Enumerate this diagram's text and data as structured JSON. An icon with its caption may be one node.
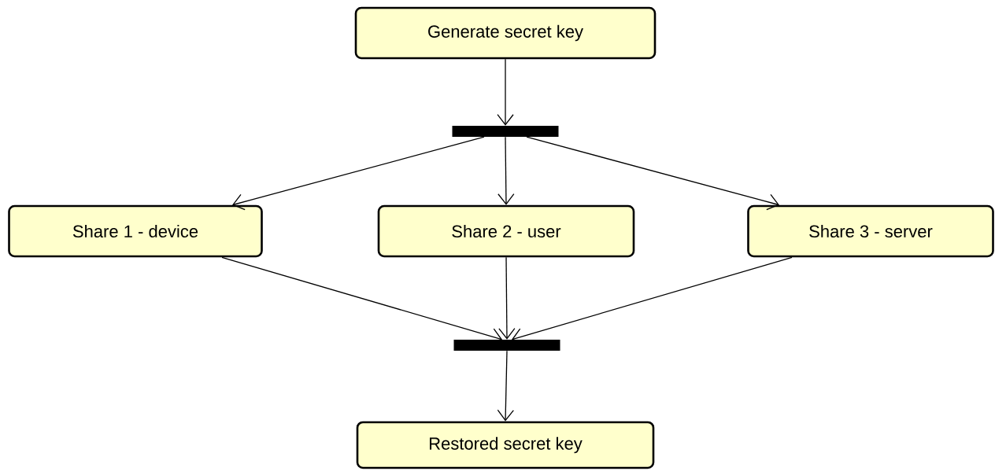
{
  "diagram": {
    "nodes": [
      {
        "text": [
          "Generate secret key"
        ]
      },
      {
        "text": [],
        "shape": "bar"
      },
      {
        "text": [
          "Share 1 - device"
        ]
      },
      {
        "text": [
          "Share 2 - user"
        ]
      },
      {
        "text": [
          "Share 3 - server"
        ]
      },
      {
        "text": [],
        "shape": "bar"
      },
      {
        "text": [
          "Restored secret key"
        ]
      }
    ],
    "edges": [
      {
        "from": 0,
        "to": 1,
        "arrow": "to"
      },
      {
        "from": 1,
        "to": 2,
        "arrow": "to"
      },
      {
        "from": 1,
        "to": 3,
        "arrow": "to"
      },
      {
        "from": 1,
        "to": 4,
        "arrow": "to"
      },
      {
        "from": 2,
        "to": 5,
        "arrow": "to"
      },
      {
        "from": 3,
        "to": 5,
        "arrow": "to"
      },
      {
        "from": 4,
        "to": 5,
        "arrow": "to"
      },
      {
        "from": 5,
        "to": 6,
        "arrow": "to"
      }
    ]
  }
}
